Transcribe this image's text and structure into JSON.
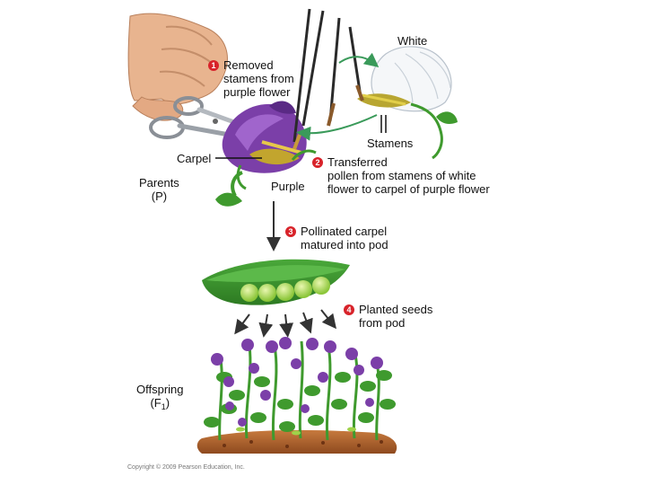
{
  "labels": {
    "white": "White",
    "stamens": "Stamens",
    "carpel": "Carpel",
    "purple": "Purple",
    "parents": "Parents\n(P)",
    "offspring_prefix": "Offspring\n(F",
    "offspring_sub": "1",
    "offspring_suffix": ")"
  },
  "steps": [
    {
      "number": "1",
      "text": "Removed\nstamens from\npurple flower"
    },
    {
      "number": "2",
      "text": "Transferred\npollen from stamens of white\nflower to carpel of purple flower"
    },
    {
      "number": "3",
      "text": "Pollinated carpel\nmatured into pod"
    },
    {
      "number": "4",
      "text": "Planted seeds\nfrom pod"
    }
  ],
  "copyright": "Copyright © 2009 Pearson Education, Inc.",
  "colors": {
    "step_badge": "#d8232a",
    "purple_flower": "#7b3fa8",
    "leaf_green": "#3f9a2e",
    "pea_green": "#9fd24a",
    "soil": "#b5642f",
    "skin": "#e8b48f",
    "arrow_green": "#3a9a5a"
  },
  "icons": [
    "hand-icon",
    "scissors-icon",
    "paintbrush-icon",
    "purple-flower-icon",
    "white-flower-icon",
    "pea-pod-icon",
    "pea-plant-icon"
  ]
}
